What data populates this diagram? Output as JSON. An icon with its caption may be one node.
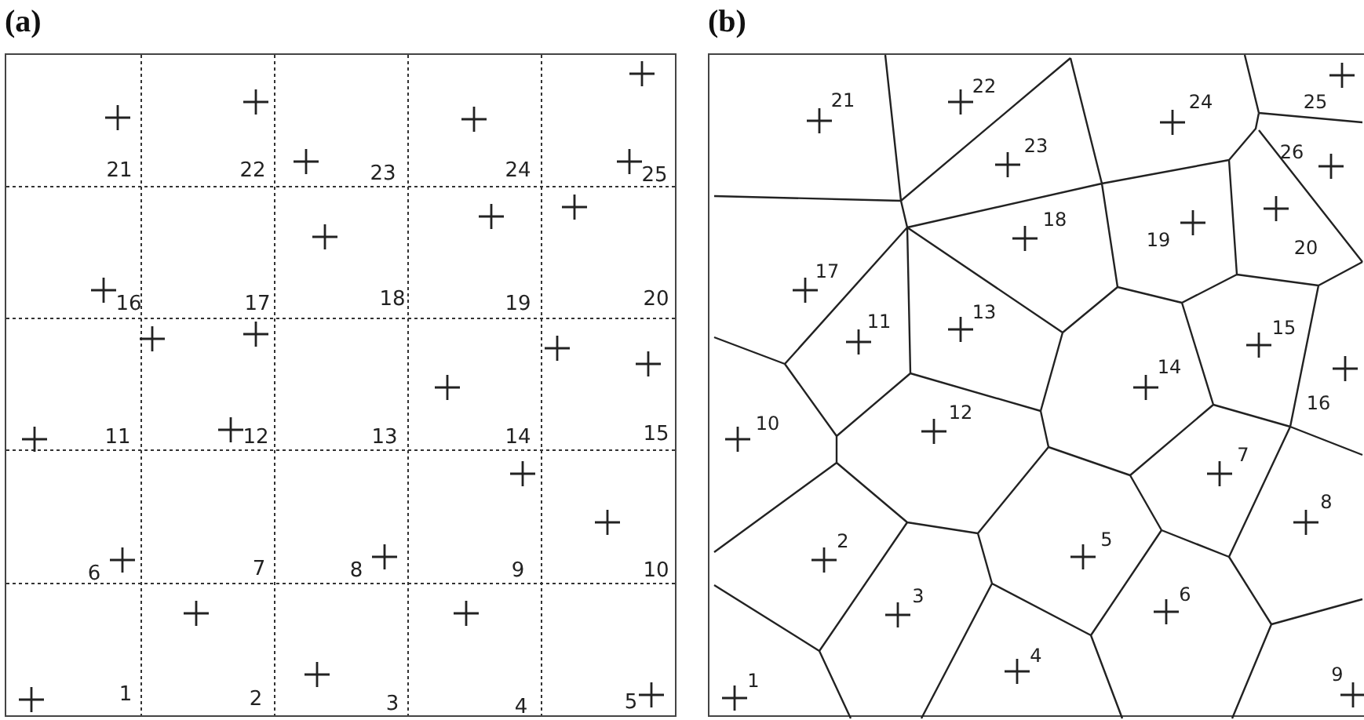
{
  "diagram": {
    "nodes": [
      {
        "text": [
          "(a)"
        ]
      },
      {
        "text": [
          "(b)"
        ]
      }
    ],
    "labels": [
      "21",
      "22",
      "23",
      "24",
      "25",
      "16",
      "17",
      "18",
      "19",
      "20",
      "11",
      "12",
      "13",
      "14",
      "15",
      "6",
      "7",
      "8",
      "9",
      "10",
      "1",
      "2",
      "3",
      "4",
      "5",
      "21",
      "22",
      "24",
      "25",
      "23",
      "26",
      "18",
      "19",
      "20",
      "17",
      "11",
      "13",
      "15",
      "14",
      "16",
      "10",
      "12",
      "7",
      "8",
      "2",
      "5",
      "3",
      "6",
      "4",
      "1",
      "9"
    ]
  }
}
